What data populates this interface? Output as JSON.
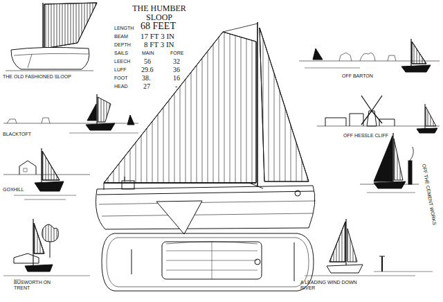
{
  "diagram": {
    "title": "THE HUMBER SLOOP",
    "labels": [
      "LENGTH",
      "68 FEET",
      "BEAM",
      "17 FT 3 IN",
      "DEPTH",
      "8 FT 3 IN",
      "SAILS",
      "MAIN",
      "FORE",
      "LEECH",
      "56",
      "32",
      "LUFF",
      "29.6",
      "36",
      "FOOT",
      "38.",
      "16",
      "HEAD",
      "27",
      "-",
      "THE OLD FASHIONED SLOOP",
      "BLACKTOFT",
      "GOXHILL",
      "BUSWORTH ON TRENT",
      "OFF BARTON",
      "OFF HESSLE CLIFF",
      "OFF THE CEMENT WORKS",
      "A LEADING WIND DOWN RIVER"
    ]
  }
}
